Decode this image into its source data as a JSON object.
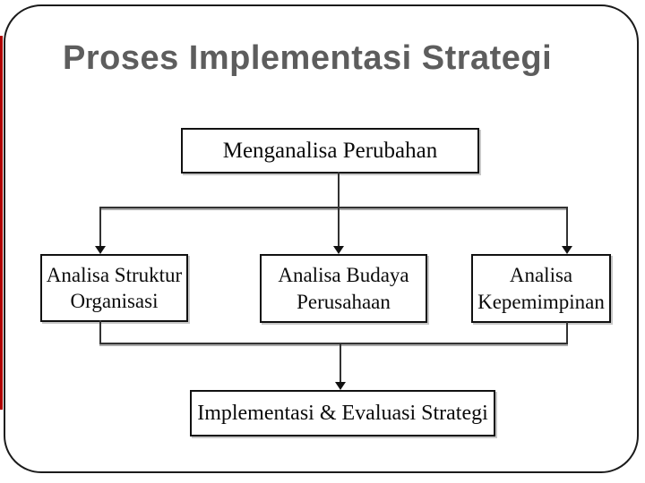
{
  "slide": {
    "title": "Proses Implementasi Strategi",
    "title_color": "#5d5d5d",
    "accent_color": "#b00000",
    "background_color": "#ffffff",
    "frame_border_color": "#1b1b1b"
  },
  "diagram": {
    "nodes": {
      "change": {
        "label": "Menganalisa Perubahan"
      },
      "structure": {
        "line1": "Analisa Struktur",
        "line2": "Organisasi"
      },
      "culture": {
        "line1": "Analisa Budaya",
        "line2": "Perusahaan"
      },
      "leadership": {
        "line1": "Analisa",
        "line2": "Kepemimpinan"
      },
      "implementation": {
        "label": "Implementasi & Evaluasi Strategi"
      }
    },
    "edges": [
      {
        "from": "Menganalisa Perubahan",
        "to": "Analisa Struktur Organisasi"
      },
      {
        "from": "Menganalisa Perubahan",
        "to": "Analisa Budaya Perusahaan"
      },
      {
        "from": "Menganalisa Perubahan",
        "to": "Analisa Kepemimpinan"
      },
      {
        "from": "Analisa Struktur Organisasi",
        "to": "Implementasi & Evaluasi Strategi"
      },
      {
        "from": "Analisa Budaya Perusahaan",
        "to": "Implementasi & Evaluasi Strategi"
      },
      {
        "from": "Analisa Kepemimpinan",
        "to": "Implementasi & Evaluasi Strategi"
      }
    ],
    "line_color": "#323232"
  }
}
